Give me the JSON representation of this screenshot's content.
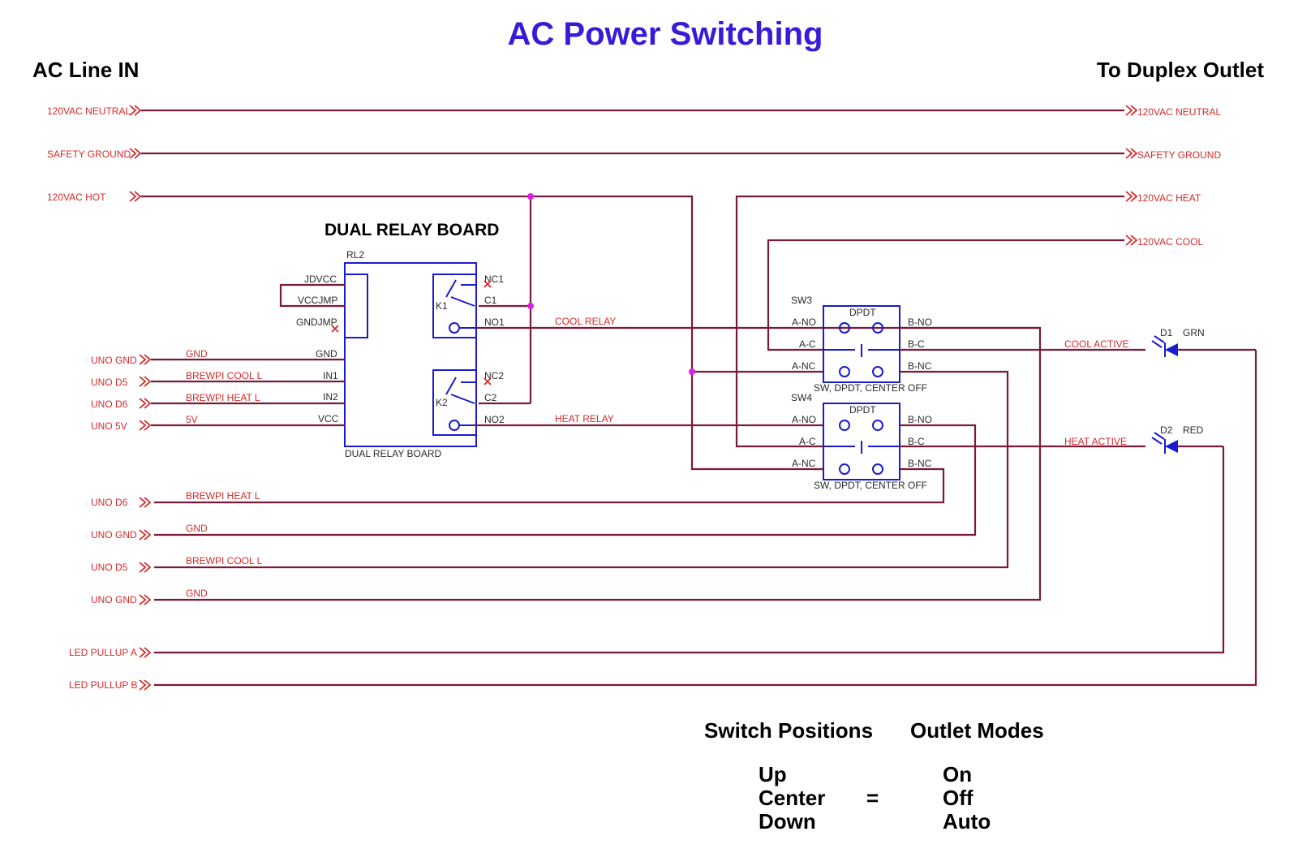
{
  "title": "AC Power Switching",
  "header": {
    "left": "AC Line IN",
    "right": "To Duplex Outlet"
  },
  "ac_in": {
    "neutral": "120VAC NEUTRAL",
    "ground": "SAFETY GROUND",
    "hot": "120VAC HOT"
  },
  "ac_out": {
    "neutral": "120VAC NEUTRAL",
    "ground": "SAFETY GROUND",
    "heat": "120VAC HEAT",
    "cool": "120VAC COOL"
  },
  "relay_board": {
    "heading": "DUAL RELAY BOARD",
    "ref": "RL2",
    "footer": "DUAL RELAY BOARD",
    "pins_left": [
      "JDVCC",
      "VCCJMP",
      "GNDJMP",
      "GND",
      "IN1",
      "IN2",
      "VCC"
    ],
    "pins_right": [
      "NC1",
      "C1",
      "NO1",
      "NC2",
      "C2",
      "NO2"
    ],
    "k1": "K1",
    "k2": "K2"
  },
  "uno_inputs": [
    {
      "port": "UNO GND",
      "net": "GND"
    },
    {
      "port": "UNO D5",
      "net": "BREWPI COOL L"
    },
    {
      "port": "UNO D6",
      "net": "BREWPI HEAT L"
    },
    {
      "port": "UNO 5V",
      "net": "5V"
    }
  ],
  "nets": {
    "cool_relay": "COOL RELAY",
    "heat_relay": "HEAT RELAY",
    "cool_active": "COOL ACTIVE",
    "heat_active": "HEAT ACTIVE"
  },
  "sw3": {
    "ref": "SW3",
    "type": "DPDT",
    "desc": "SW, DPDT, CENTER OFF",
    "pins_left": [
      "A-NO",
      "A-C",
      "A-NC"
    ],
    "pins_right": [
      "B-NO",
      "B-C",
      "B-NC"
    ]
  },
  "sw4": {
    "ref": "SW4",
    "type": "DPDT",
    "desc": "SW, DPDT, CENTER OFF",
    "pins_left": [
      "A-NO",
      "A-C",
      "A-NC"
    ],
    "pins_right": [
      "B-NO",
      "B-C",
      "B-NC"
    ]
  },
  "leds": [
    {
      "ref": "D1",
      "color_label": "GRN"
    },
    {
      "ref": "D2",
      "color_label": "RED"
    }
  ],
  "bottom_ports": [
    {
      "port": "UNO D6",
      "net": "BREWPI HEAT L"
    },
    {
      "port": "UNO GND",
      "net": "GND"
    },
    {
      "port": "UNO D5",
      "net": "BREWPI COOL L"
    },
    {
      "port": "UNO GND",
      "net": "GND"
    },
    {
      "port": "LED PULLUP A",
      "net": ""
    },
    {
      "port": "LED PULLUP B",
      "net": ""
    }
  ],
  "legend": {
    "col1_title": "Switch Positions",
    "col2_title": "Outlet Modes",
    "positions": [
      "Up",
      "Center",
      "Down"
    ],
    "equals": "=",
    "modes": [
      "On",
      "Off",
      "Auto"
    ]
  },
  "colors": {
    "title": "#3a1ad8",
    "wire": "#7a1a3a",
    "net_label": "#d42a2a",
    "component": "#1a1ad0",
    "junction": "#e020e0"
  }
}
